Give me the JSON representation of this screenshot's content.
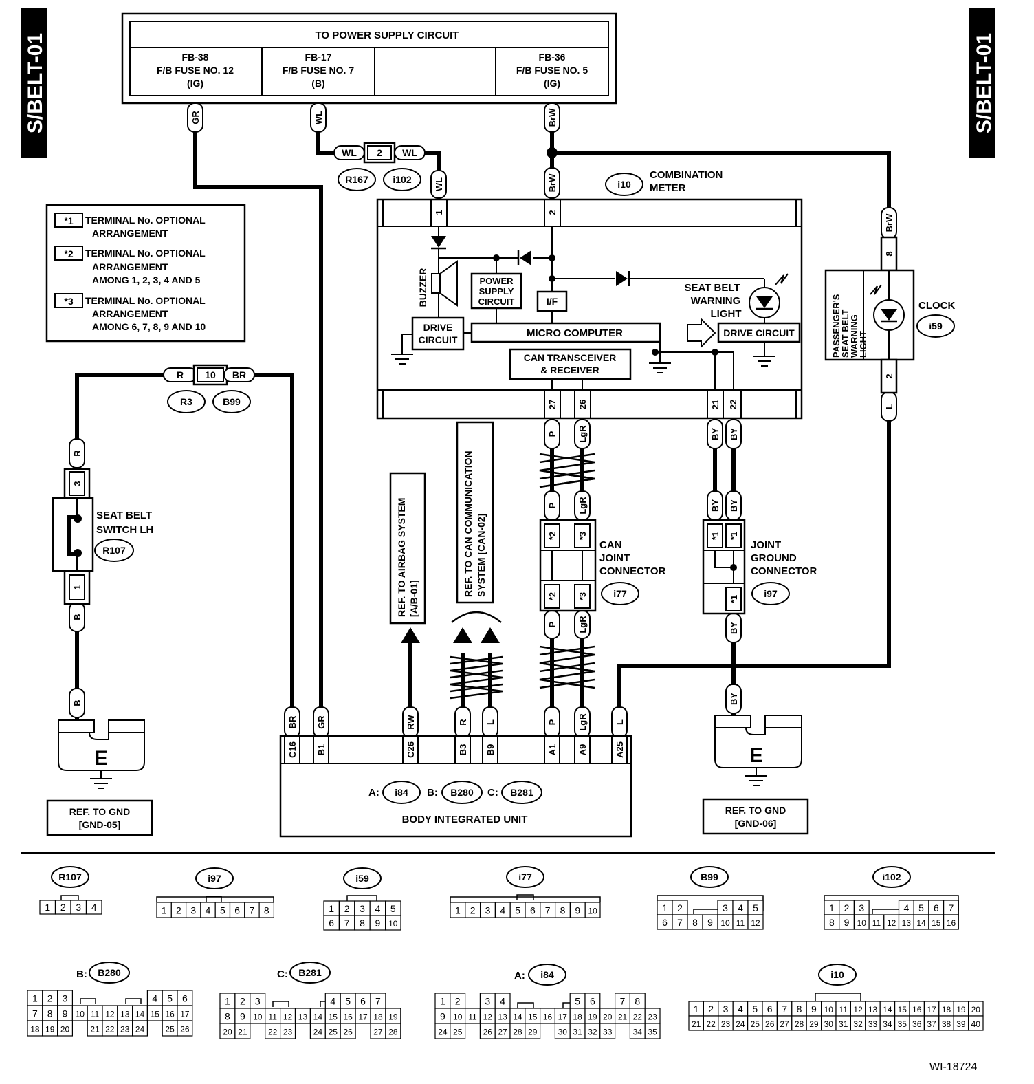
{
  "page_tag": "S/BELT-01",
  "figure_id": "WI-18724",
  "power_supply": {
    "title": "TO POWER SUPPLY CIRCUIT",
    "fuses": [
      {
        "l1": "FB-38",
        "l2": "F/B FUSE NO. 12",
        "l3": "(IG)"
      },
      {
        "l1": "FB-17",
        "l2": "F/B FUSE NO. 7",
        "l3": "(B)"
      },
      {
        "l1": "",
        "l2": "",
        "l3": ""
      },
      {
        "l1": "FB-36",
        "l2": "F/B FUSE NO. 5",
        "l3": "(IG)"
      }
    ]
  },
  "legend": [
    {
      "mark": "*1",
      "lines": [
        "TERMINAL No. OPTIONAL",
        "ARRANGEMENT"
      ]
    },
    {
      "mark": "*2",
      "lines": [
        "TERMINAL No. OPTIONAL",
        "ARRANGEMENT",
        "AMONG 1, 2, 3, 4  AND 5"
      ]
    },
    {
      "mark": "*3",
      "lines": [
        "TERMINAL No. OPTIONAL",
        "ARRANGEMENT",
        "AMONG 6, 7, 8, 9  AND 10"
      ]
    }
  ],
  "wires": {
    "GR": "GR",
    "WL": "WL",
    "BrW": "BrW",
    "R": "R",
    "BR": "BR",
    "B": "B",
    "P": "P",
    "LgR": "LgR",
    "BY": "BY",
    "L": "L",
    "RW": "RW"
  },
  "connectors": {
    "R167": "R167",
    "i102": "i102",
    "R3": "R3",
    "B99": "B99",
    "R107": "R107",
    "i10": "i10",
    "i59": "i59",
    "i77": "i77",
    "i97": "i97",
    "i84": "i84",
    "B280": "B280",
    "B281": "B281"
  },
  "pins": {
    "jc1": "2",
    "jc2": "10",
    "m1": "1",
    "m2": "2",
    "m27": "27",
    "m26": "26",
    "m21": "21",
    "m22": "22",
    "s3": "3",
    "s1": "1",
    "c8": "8",
    "c2": "2",
    "star1": "*1",
    "star2": "*2",
    "star3": "*3",
    "C16": "C16",
    "B1": "B1",
    "C26": "C26",
    "B3": "B3",
    "B9": "B9",
    "A1": "A1",
    "A9": "A9",
    "A25": "A25"
  },
  "meter": {
    "name1": "COMBINATION",
    "name2": "METER",
    "buzzer": "BUZZER",
    "psc": [
      "POWER",
      "SUPPLY",
      "CIRCUIT"
    ],
    "if": "I/F",
    "drive": [
      "DRIVE",
      "CIRCUIT"
    ],
    "micro": "MICRO COMPUTER",
    "can": [
      "CAN TRANSCEIVER",
      "& RECEIVER"
    ],
    "drive_right": "DRIVE CIRCUIT",
    "seatbelt_light": [
      "SEAT BELT",
      "WARNING",
      "LIGHT"
    ]
  },
  "clock": {
    "name": "CLOCK",
    "light": [
      "PASSENGER'S",
      "SEAT BELT",
      "WARNING",
      "LIGHT"
    ]
  },
  "switch": {
    "name": [
      "SEAT BELT",
      "SWITCH LH"
    ]
  },
  "can_joint": {
    "name": [
      "CAN",
      "JOINT",
      "CONNECTOR"
    ]
  },
  "joint_ground": {
    "name": [
      "JOINT",
      "GROUND",
      "CONNECTOR"
    ]
  },
  "refs": {
    "airbag": [
      "REF. TO AIRBAG SYSTEM",
      "[A/B-01]"
    ],
    "can": [
      "REF. TO CAN COMMUNICATION",
      "SYSTEM [CAN-02]"
    ],
    "gnd05": [
      "REF. TO GND",
      "[GND-05]"
    ],
    "gnd06": [
      "REF. TO GND",
      "[GND-06]"
    ]
  },
  "ground_mark": "E",
  "biu": {
    "name": "BODY INTEGRATED UNIT",
    "pa": "A:",
    "pb": "B:",
    "pc": "C:"
  },
  "bottom_prefix": {
    "b280": "B:",
    "b281": "C:",
    "i84": "A:"
  },
  "grids": {
    "R107": [
      [
        "1",
        "2",
        "3",
        "4"
      ]
    ],
    "i97": [
      [
        "1",
        "2",
        "3",
        "4",
        "5",
        "6",
        "7",
        "8"
      ]
    ],
    "i59": [
      [
        "1",
        "2",
        "3",
        "4",
        "5"
      ],
      [
        "6",
        "7",
        "8",
        "9",
        "10"
      ]
    ],
    "i77": [
      [
        "1",
        "2",
        "3",
        "4",
        "5",
        "6",
        "7",
        "8",
        "9",
        "10"
      ]
    ],
    "B99": [
      [
        "1",
        "2",
        "",
        "",
        "3",
        "4",
        "5"
      ],
      [
        "6",
        "7",
        "8",
        "9",
        "10",
        "11",
        "12"
      ]
    ],
    "i102": [
      [
        "1",
        "2",
        "3",
        "",
        "",
        "4",
        "5",
        "6",
        "7"
      ],
      [
        "8",
        "9",
        "10",
        "11",
        "12",
        "13",
        "14",
        "15",
        "16"
      ]
    ],
    "B280": [
      [
        "1",
        "2",
        "3",
        "",
        "",
        "",
        "",
        "",
        "4",
        "5",
        "6"
      ],
      [
        "7",
        "8",
        "9",
        "10",
        "11",
        "12",
        "13",
        "14",
        "15",
        "16",
        "17"
      ],
      [
        "18",
        "19",
        "20",
        "",
        "21",
        "22",
        "23",
        "24",
        "",
        "25",
        "26"
      ]
    ],
    "B281": [
      [
        "1",
        "2",
        "3",
        "",
        "",
        "",
        "",
        "4",
        "5",
        "6",
        "7"
      ],
      [
        "8",
        "9",
        "10",
        "11",
        "12",
        "13",
        "14",
        "15",
        "16",
        "17",
        "18",
        "19"
      ],
      [
        "20",
        "21",
        "",
        "22",
        "23",
        "",
        "24",
        "25",
        "26",
        "",
        "27",
        "28"
      ]
    ],
    "i84": [
      [
        "1",
        "2",
        "",
        "3",
        "4",
        "",
        "",
        "",
        "",
        "5",
        "6",
        "",
        "7",
        "8"
      ],
      [
        "9",
        "10",
        "11",
        "12",
        "13",
        "14",
        "15",
        "16",
        "17",
        "18",
        "19",
        "20",
        "21",
        "22",
        "23"
      ],
      [
        "24",
        "25",
        "",
        "26",
        "27",
        "28",
        "29",
        "",
        "30",
        "31",
        "32",
        "33",
        "",
        "34",
        "35"
      ]
    ],
    "i10": [
      [
        "1",
        "2",
        "3",
        "4",
        "5",
        "6",
        "7",
        "8",
        "9",
        "10",
        "11",
        "12",
        "13",
        "14",
        "15",
        "16",
        "17",
        "18",
        "19",
        "20"
      ],
      [
        "21",
        "22",
        "23",
        "24",
        "25",
        "26",
        "27",
        "28",
        "29",
        "30",
        "31",
        "32",
        "33",
        "34",
        "35",
        "36",
        "37",
        "38",
        "39",
        "40"
      ]
    ]
  }
}
